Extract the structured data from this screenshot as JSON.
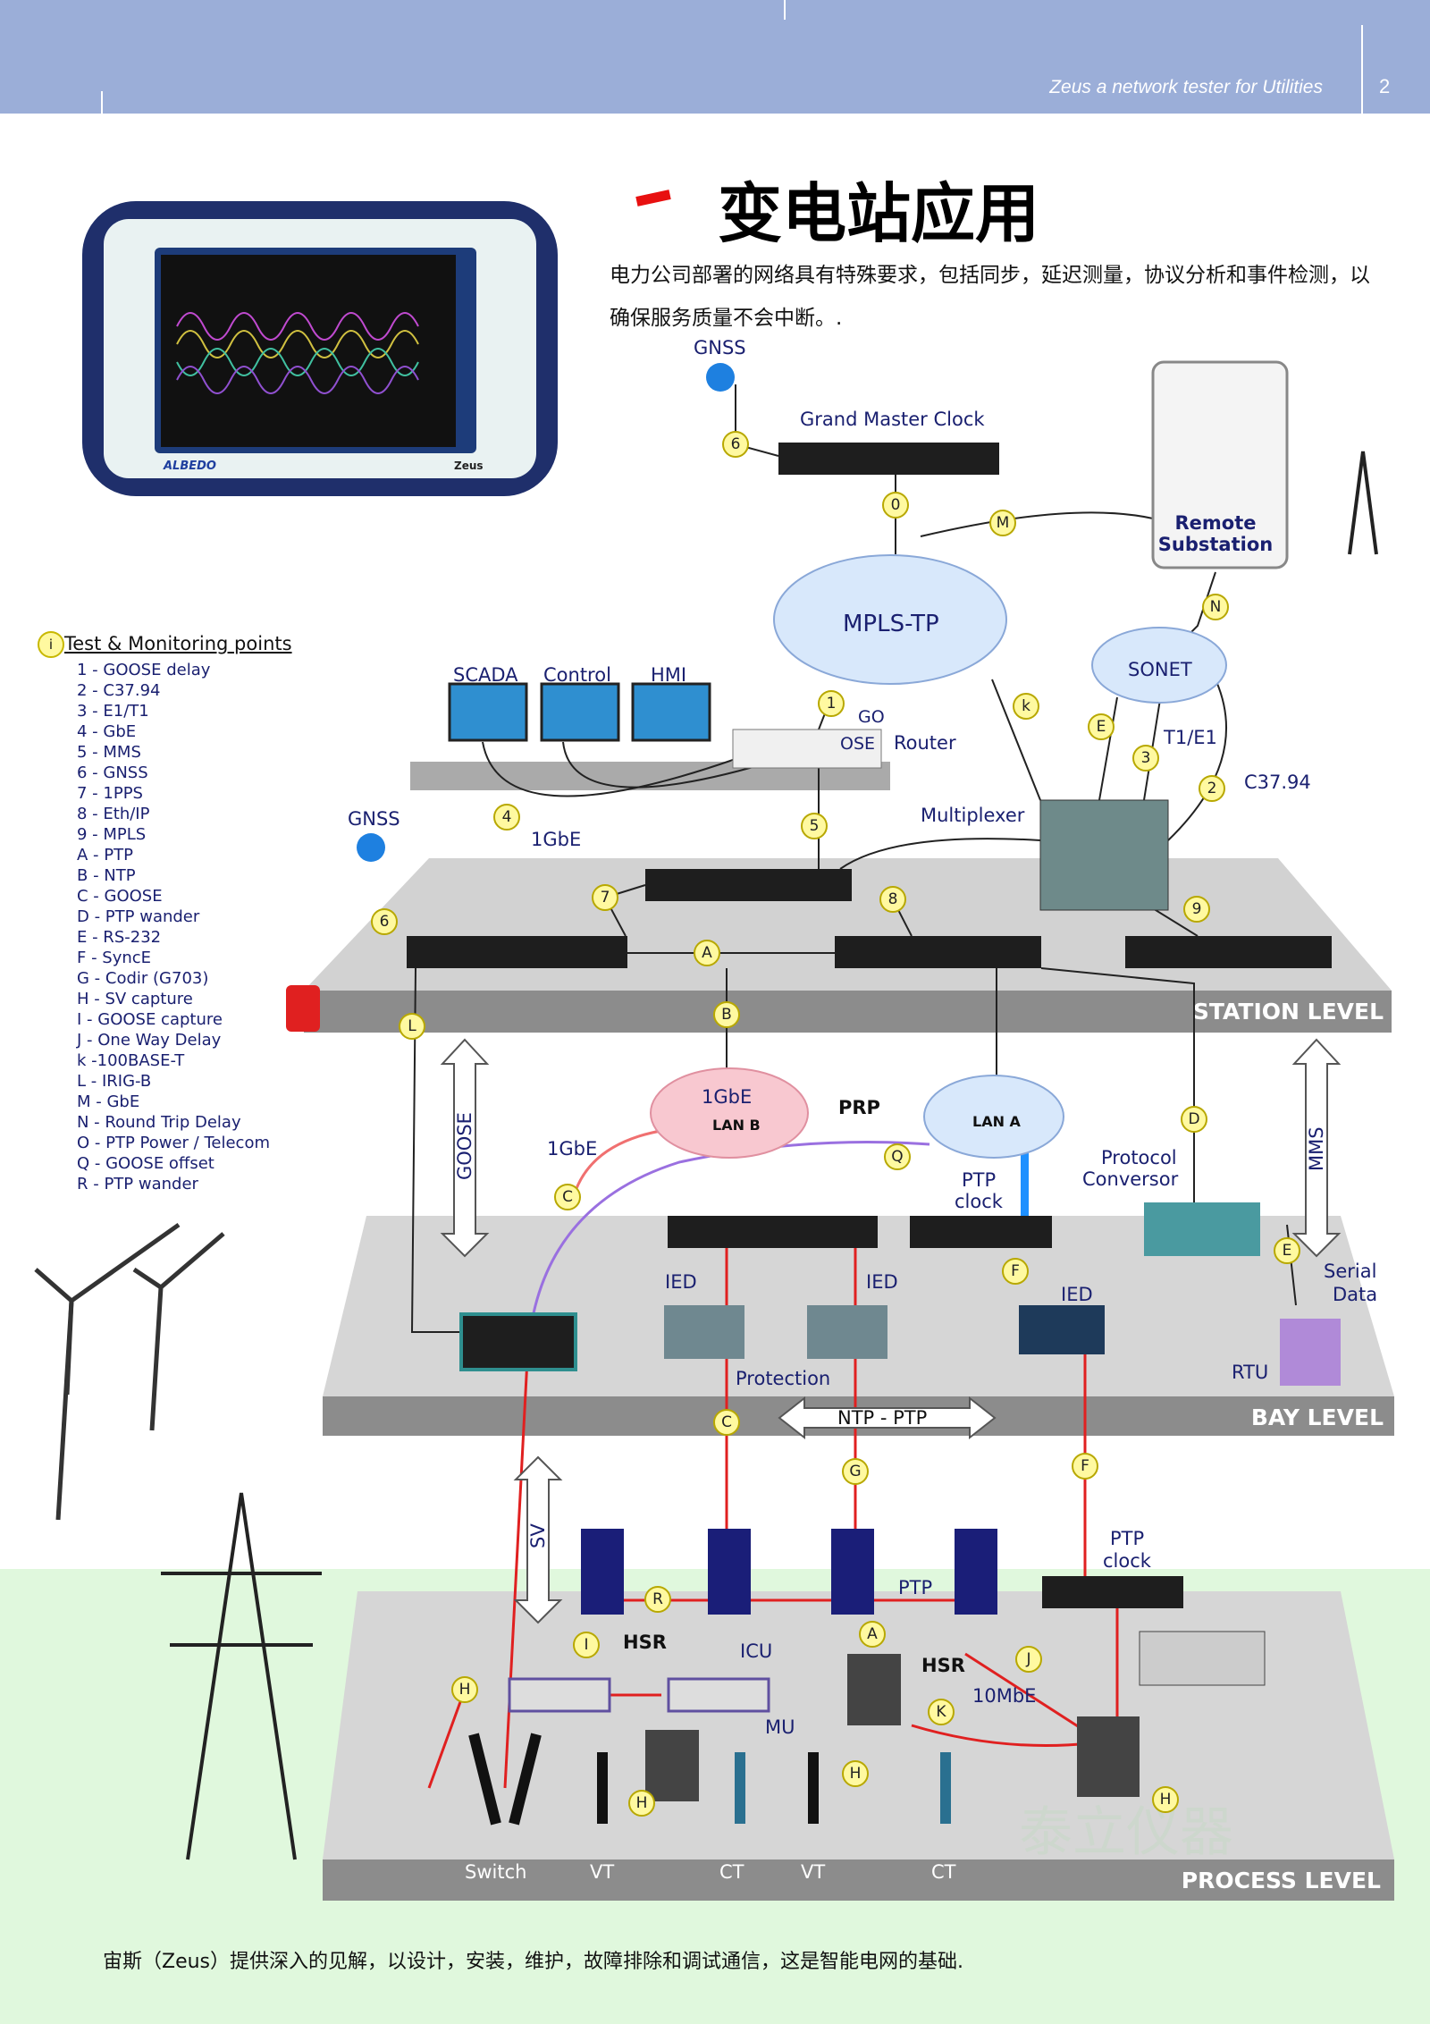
{
  "header": {
    "title": "Zeus a network tester for Utilities",
    "page_number": "2"
  },
  "title": "变电站应用",
  "intro": "电力公司部署的网络具有特殊要求，包括同步，延迟测量，协议分析和事件检测，以确保服务质量不会中断。.",
  "device": {
    "brand": "ALBEDO",
    "model": "Zeus"
  },
  "legend": {
    "badge": "i",
    "heading": "Test & Monitoring points",
    "items": [
      "1 - GOOSE delay",
      "2 - C37.94",
      "3 - E1/T1",
      "4 - GbE",
      "5 - MMS",
      "6 - GNSS",
      "7 - 1PPS",
      "8 - Eth/IP",
      "9 - MPLS",
      "A - PTP",
      "B - NTP",
      "C - GOOSE",
      "D - PTP wander",
      "E - RS-232",
      "F - SyncE",
      "G - Codir (G703)",
      "H - SV capture",
      "I - GOOSE capture",
      "J - One Way Delay",
      "k -100BASE-T",
      "L - IRIG-B",
      "M - GbE",
      "N - Round Trip Delay",
      "O - PTP Power / Telecom",
      "Q - GOOSE offset",
      "R - PTP wander"
    ]
  },
  "diagram": {
    "labels": {
      "gnss_top": "GNSS",
      "grand_master_clock": "Grand Master Clock",
      "remote_1": "Remote",
      "remote_2": "Substation",
      "mpls": "MPLS-TP",
      "sonet": "SONET",
      "scada": "SCADA",
      "control": "Control",
      "hmi": "HMI",
      "goose_go": "GO",
      "goose_ose": "OSE",
      "router": "Router",
      "t1e1": "T1/E1",
      "c3794": "C37.94",
      "multiplexer": "Multiplexer",
      "gnss_left": "GNSS",
      "gbe_station": "1GbE",
      "lanb_1": "1GbE",
      "lanb_2": "LAN B",
      "prp": "PRP",
      "lana": "LAN A",
      "gbe_bay": "1GbE",
      "goose_arrow": "GOOSE",
      "mms_arrow": "MMS",
      "protocol_1": "Protocol",
      "protocol_2": "Conversor",
      "ptp_clock_bay_1": "PTP",
      "ptp_clock_bay_2": "clock",
      "ied1": "IED",
      "ied2": "IED",
      "ied3": "IED",
      "serial_1": "Serial",
      "serial_2": "Data",
      "rtu": "RTU",
      "protection": "Protection",
      "ntp_ptp": "NTP - PTP",
      "sv_arrow": "SV",
      "ptp_clock_proc_1": "PTP",
      "ptp_clock_proc_2": "clock",
      "ptp": "PTP",
      "hsr1": "HSR",
      "icu": "ICU",
      "hsr2": "HSR",
      "mbe": "10MbE",
      "mu": "MU",
      "switch": "Switch",
      "vt1": "VT",
      "ct1": "CT",
      "vt2": "VT",
      "ct2": "CT"
    },
    "levels": {
      "station": "STATION LEVEL",
      "bay": "BAY LEVEL",
      "process": "PROCESS LEVEL"
    },
    "badges": [
      "6",
      "0",
      "M",
      "N",
      "1",
      "k",
      "E",
      "3",
      "2",
      "4",
      "5",
      "7",
      "8",
      "9",
      "6",
      "A",
      "L",
      "B",
      "D",
      "Q",
      "C",
      "F",
      "E",
      "C",
      "G",
      "F",
      "R",
      "I",
      "A",
      "J",
      "H",
      "K",
      "H",
      "H",
      "H"
    ],
    "watermark": "泰立仪器"
  },
  "caption": "宙斯（Zeus）提供深入的见解，以设计，安装，维护，故障排除和调试通信，这是智能电网的基础.",
  "colors": {
    "header_band": "#9baed8",
    "accent_red": "#e81010",
    "level_band": "#8c8c8c",
    "badge_fill": "#fff9a0",
    "link_red": "#e02020",
    "background_green": "#e0f8dd"
  }
}
